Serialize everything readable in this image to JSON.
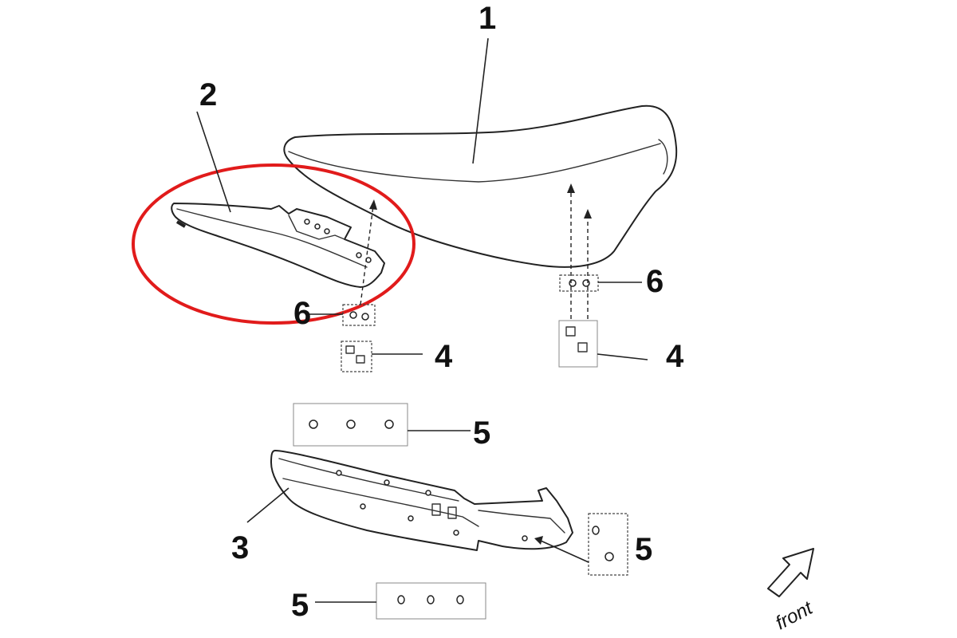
{
  "callouts": {
    "seat": "1",
    "seat_cover": "2",
    "seat_frame": "3",
    "seat_mount_left": "4",
    "seat_mount_right": "4",
    "fasteners_top": "5",
    "fasteners_bottom": "5",
    "fasteners_right": "5",
    "clips_left": "6",
    "clips_right": "6"
  },
  "front_label": "front",
  "colors": {
    "highlight": "#e11b1b",
    "line": "#222222"
  },
  "icons": {
    "direction": "front-arrow-icon"
  }
}
